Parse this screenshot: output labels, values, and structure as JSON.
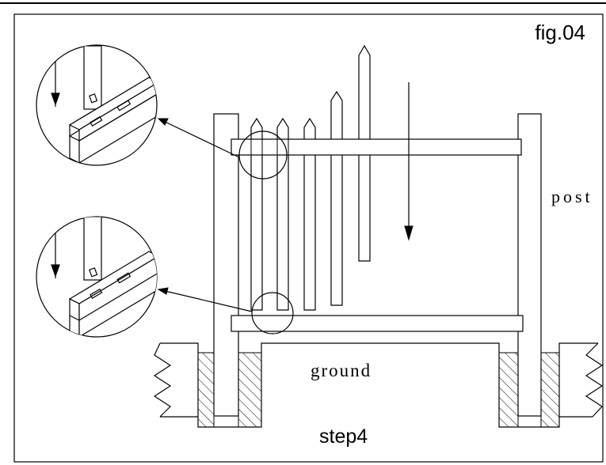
{
  "figure": {
    "fig_label": "fig.04",
    "step_label": "step4",
    "post_label": "post",
    "ground_label": "ground"
  },
  "colors": {
    "line": "#000000",
    "background": "#ffffff"
  }
}
